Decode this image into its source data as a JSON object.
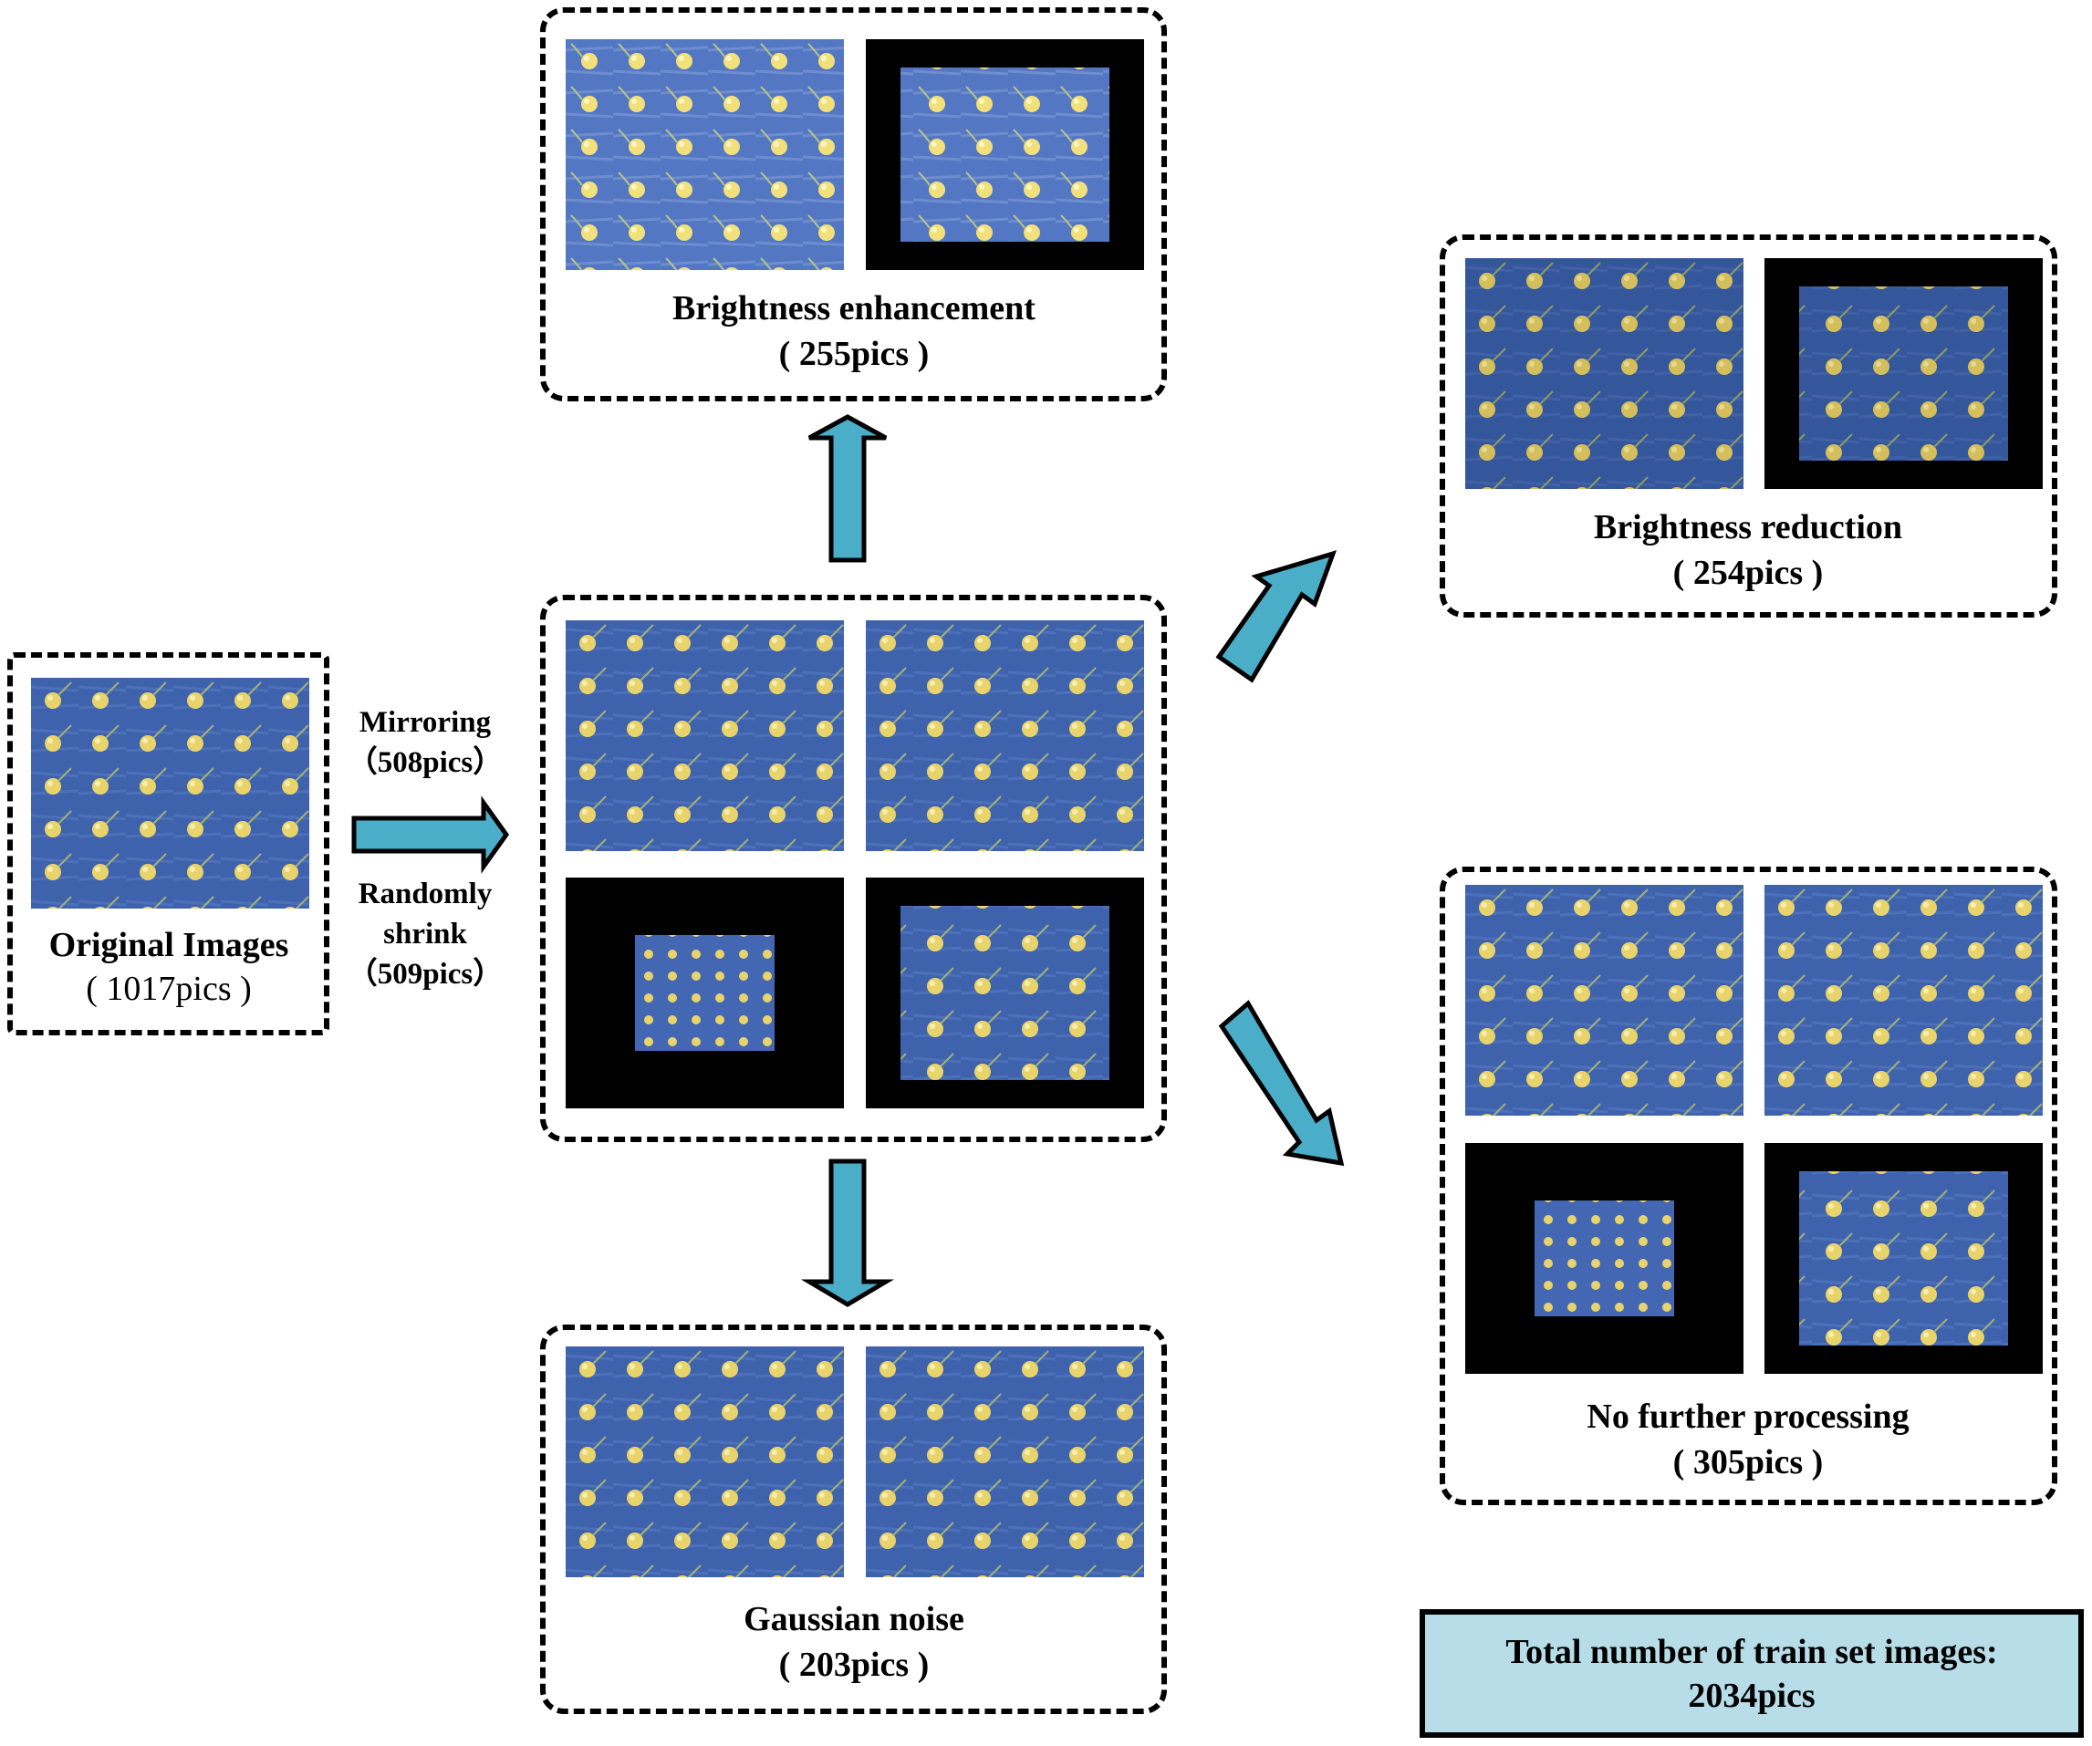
{
  "nodes": {
    "original": {
      "title": "Original Images",
      "count": "( 1017pics )"
    },
    "brightness_enhancement": {
      "title": "Brightness enhancement",
      "count": "( 255pics )"
    },
    "brightness_reduction": {
      "title": "Brightness reduction",
      "count": "( 254pics )"
    },
    "gaussian_noise": {
      "title": "Gaussian noise",
      "count": "( 203pics )"
    },
    "no_further_processing": {
      "title": "No further processing",
      "count": "( 305pics )"
    }
  },
  "edges": {
    "mirroring": {
      "label": "Mirroring",
      "count": "（508pics）"
    },
    "shrink": {
      "label_line1": "Randomly",
      "label_line2": "shrink",
      "count": "（509pics）"
    }
  },
  "total": {
    "line1": "Total number of train set images:",
    "line2": "2034pics"
  },
  "colors": {
    "arrow_fill": "#4baec9",
    "total_fill": "#b7dde8",
    "photo_blue": "#3d63b0",
    "seed_yellow": "#e7d26a"
  }
}
